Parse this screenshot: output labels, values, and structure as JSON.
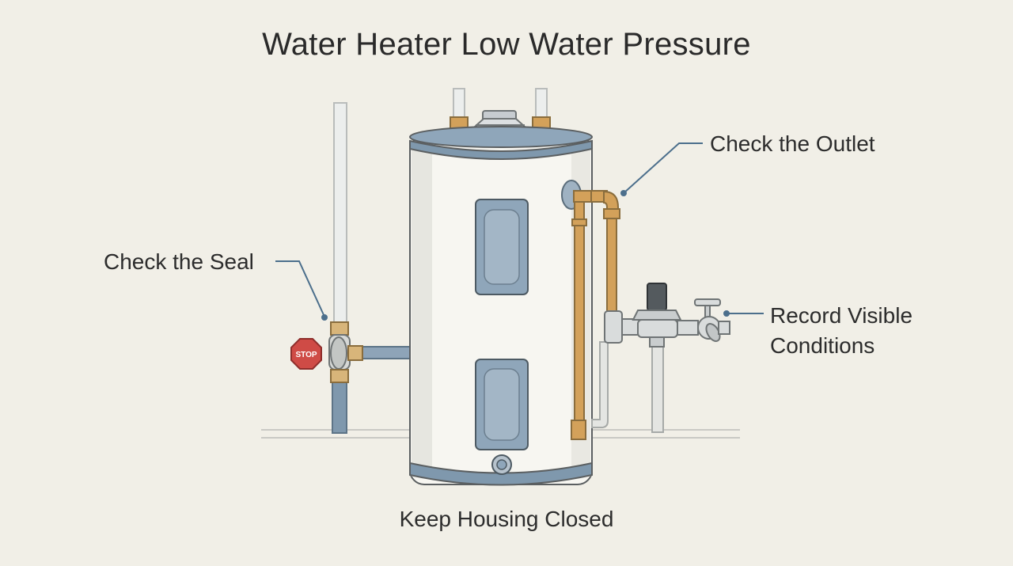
{
  "title": "Water Heater Low Water Pressure",
  "labels": {
    "outlet": "Check the Outlet",
    "seal": "Check the Seal",
    "record_line1": "Record Visible",
    "record_line2": "Conditions"
  },
  "caption": "Keep Housing Closed",
  "stop_sign": "STOP",
  "colors": {
    "background": "#f1efe7",
    "tank_body": "#f7f6f1",
    "tank_trim": "#7f98ad",
    "panel": "#8fa6ba",
    "copper": "#d3a15a",
    "pipe_gray": "#e4e5e2",
    "stop_red": "#cf4b46",
    "leader": "#4c6f8c"
  }
}
